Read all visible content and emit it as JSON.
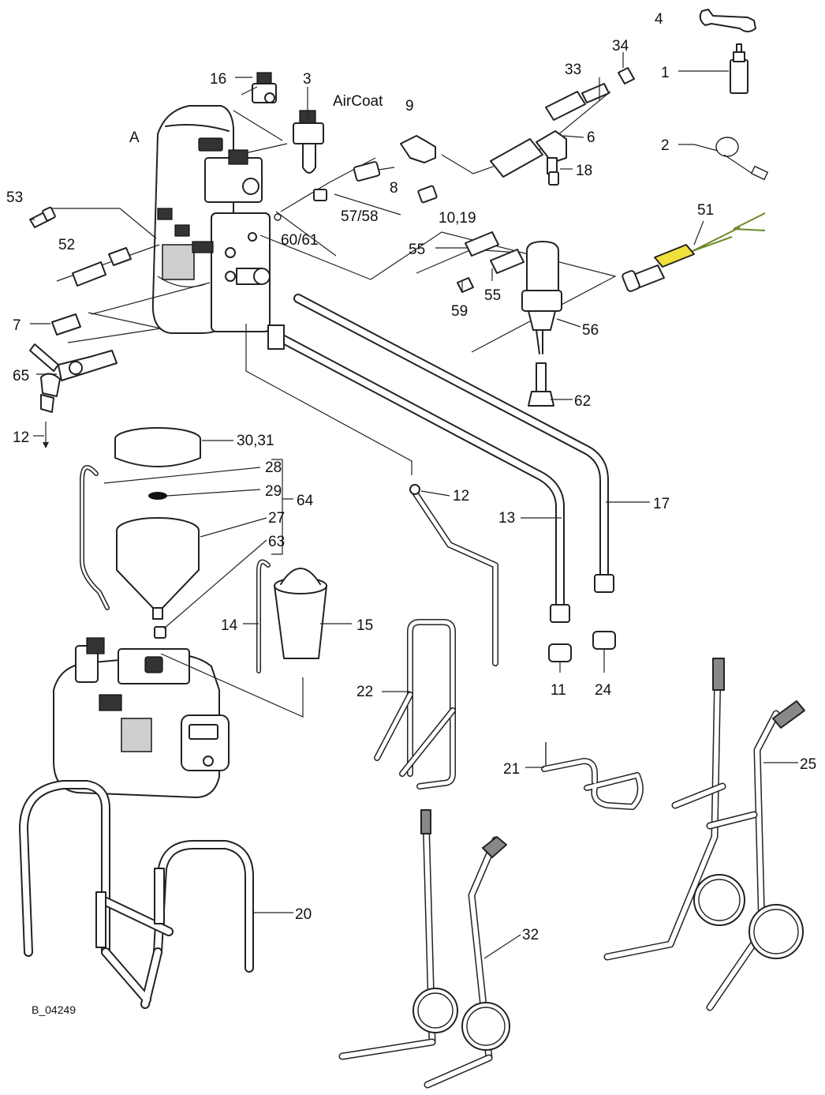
{
  "diagram": {
    "figure_id": "B_04249",
    "unit_letter": "A",
    "aircoat_label": "AirCoat",
    "callouts": {
      "c1": "1",
      "c2": "2",
      "c3": "3",
      "c4": "4",
      "c6": "6",
      "c7": "7",
      "c8": "8",
      "c9": "9",
      "c10_19": "10,19",
      "c11": "11",
      "c12a": "12",
      "c12b": "12",
      "c13": "13",
      "c14": "14",
      "c15": "15",
      "c16": "16",
      "c17": "17",
      "c18": "18",
      "c20": "20",
      "c21": "21",
      "c22": "22",
      "c24": "24",
      "c25": "25",
      "c27": "27",
      "c28": "28",
      "c29": "29",
      "c30_31": "30,31",
      "c32": "32",
      "c33": "33",
      "c34": "34",
      "c51": "51",
      "c52": "52",
      "c53": "53",
      "c55a": "55",
      "c55b": "55",
      "c56": "56",
      "c57_58": "57/58",
      "c59": "59",
      "c60_61": "60/61",
      "c62": "62",
      "c63": "63",
      "c64": "64",
      "c65": "65"
    }
  }
}
